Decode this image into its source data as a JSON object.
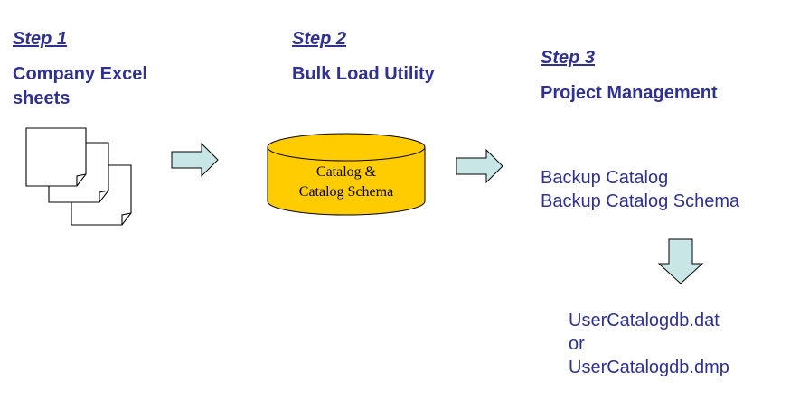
{
  "colors": {
    "text": "#2e3192",
    "arrow_fill": "#c9e6e6",
    "cylinder_fill": "#ffcc00"
  },
  "step1": {
    "label": "Step 1",
    "title": "Company Excel sheets",
    "icon": "document-stack-icon"
  },
  "step2": {
    "label": "Step 2",
    "title": "Bulk Load Utility",
    "database": {
      "icon": "database-cylinder-icon",
      "line1": "Catalog &",
      "line2": "Catalog Schema"
    }
  },
  "step3": {
    "label": "Step 3",
    "title": "Project Management",
    "items": [
      "Backup Catalog",
      "Backup Catalog Schema"
    ],
    "outputs": [
      "UserCatalogdb.dat",
      "or",
      "UserCatalogdb.dmp"
    ]
  },
  "arrows": [
    "right-arrow-icon",
    "right-arrow-icon",
    "down-arrow-icon"
  ]
}
